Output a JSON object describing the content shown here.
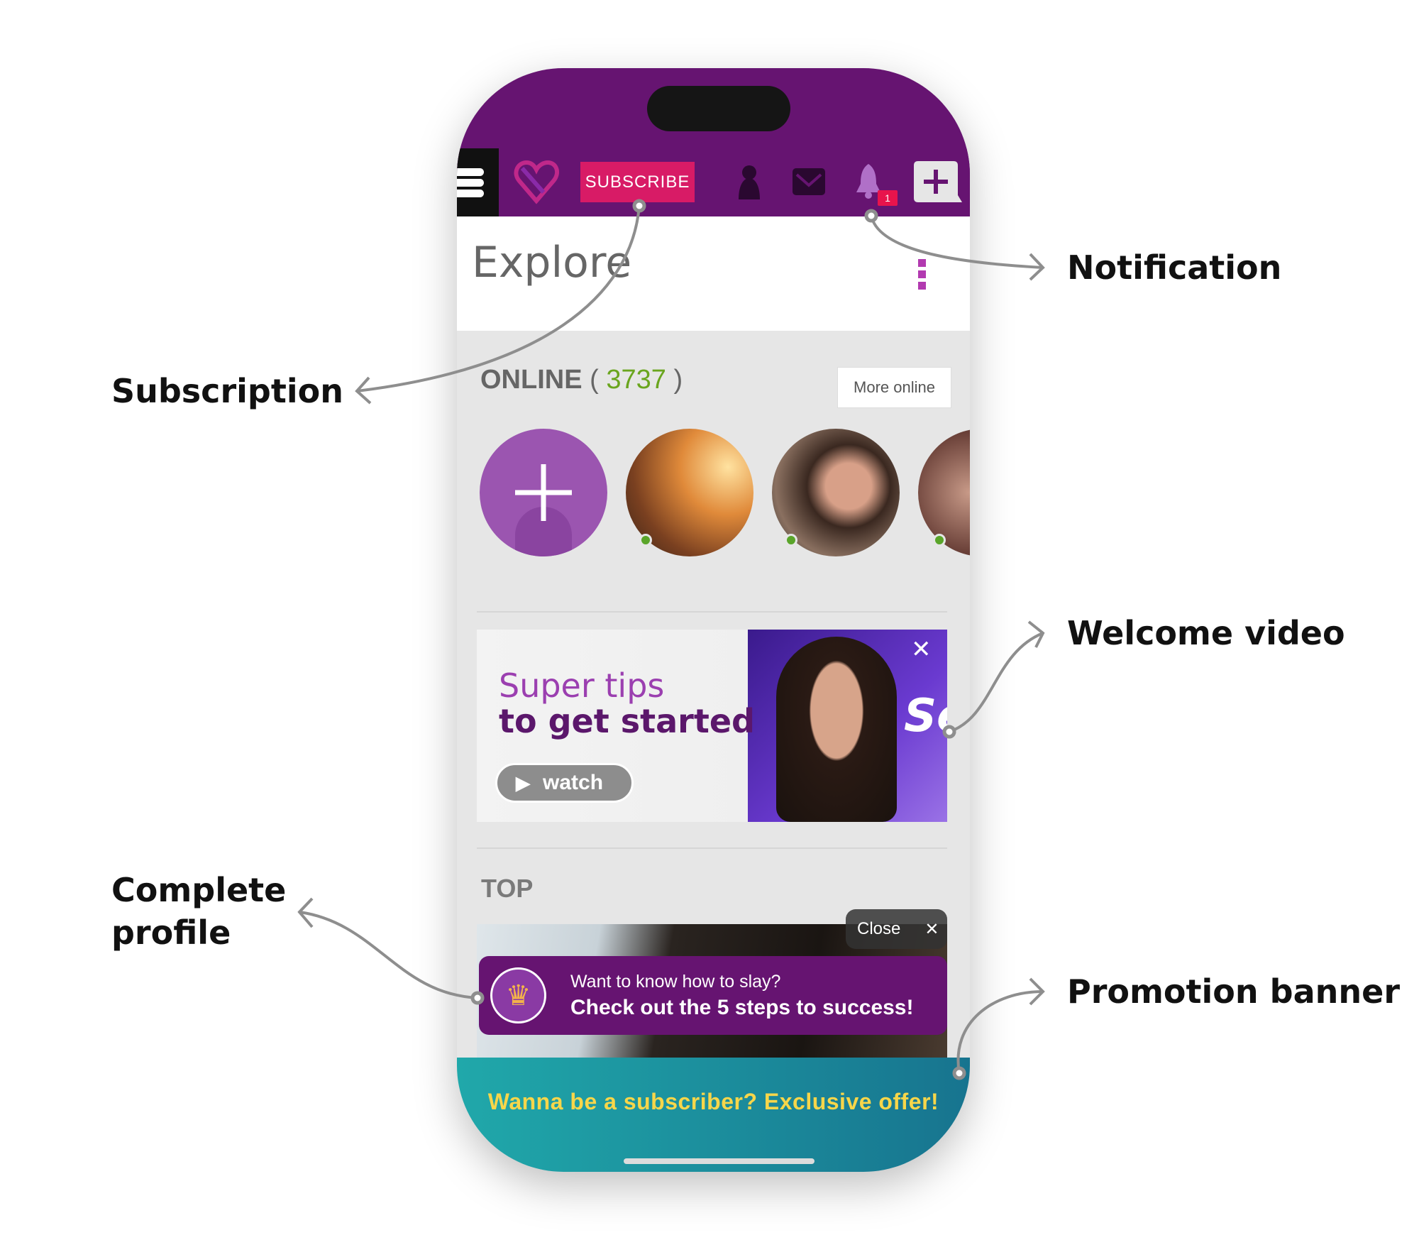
{
  "app": {
    "subscribe_label": "SUBSCRIBE",
    "notification_count": "1",
    "page_title": "Explore",
    "online": {
      "label": "ONLINE",
      "open": "(",
      "count": "3737",
      "close": ")",
      "more_button": "More online"
    },
    "welcome_video": {
      "line1": "Super tips",
      "line2": "to get started",
      "watch_label": "watch",
      "overlay_text": "Se"
    },
    "top_section": {
      "label": "TOP",
      "close_label": "Close"
    },
    "profile_prompt": {
      "line1": "Want to know how to slay?",
      "line2": "Check out the 5 steps to success!"
    },
    "promo_banner": "Wanna be a subscriber? Exclusive offer!",
    "colors": {
      "brand_purple": "#661471",
      "subscribe_pink": "#d81b66",
      "online_green": "#6aa51e",
      "banner_text": "#f7d64a"
    }
  },
  "annotations": {
    "notification": "Notification",
    "subscription": "Subscription",
    "welcome_video": "Welcome video",
    "complete_profile_1": "Complete",
    "complete_profile_2": "profile",
    "promotion_banner": "Promotion banner"
  }
}
